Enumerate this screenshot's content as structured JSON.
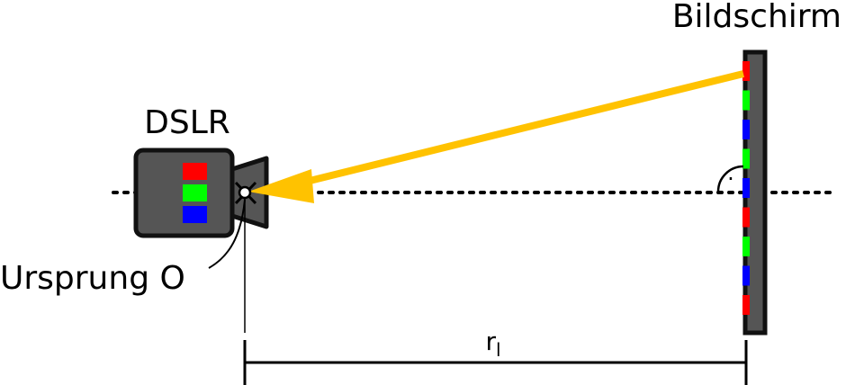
{
  "labels": {
    "screen": "Bildschirm",
    "camera": "DSLR",
    "origin": "Ursprung O",
    "distance_base": "r",
    "distance_sub": "l"
  },
  "colors": {
    "ray": "#ffc200",
    "camera_body": "#555555",
    "camera_outline": "#111111",
    "screen_fill": "#555555",
    "pixel_red": "#ff0000",
    "pixel_green": "#00ff00",
    "pixel_blue": "#0000ff",
    "line": "#000000"
  },
  "camera_sensor": [
    "red",
    "green",
    "blue"
  ],
  "screen_pixels": [
    "red",
    "green",
    "blue",
    "green",
    "blue",
    "red",
    "green",
    "blue",
    "red"
  ],
  "right_angle_mark": "·"
}
